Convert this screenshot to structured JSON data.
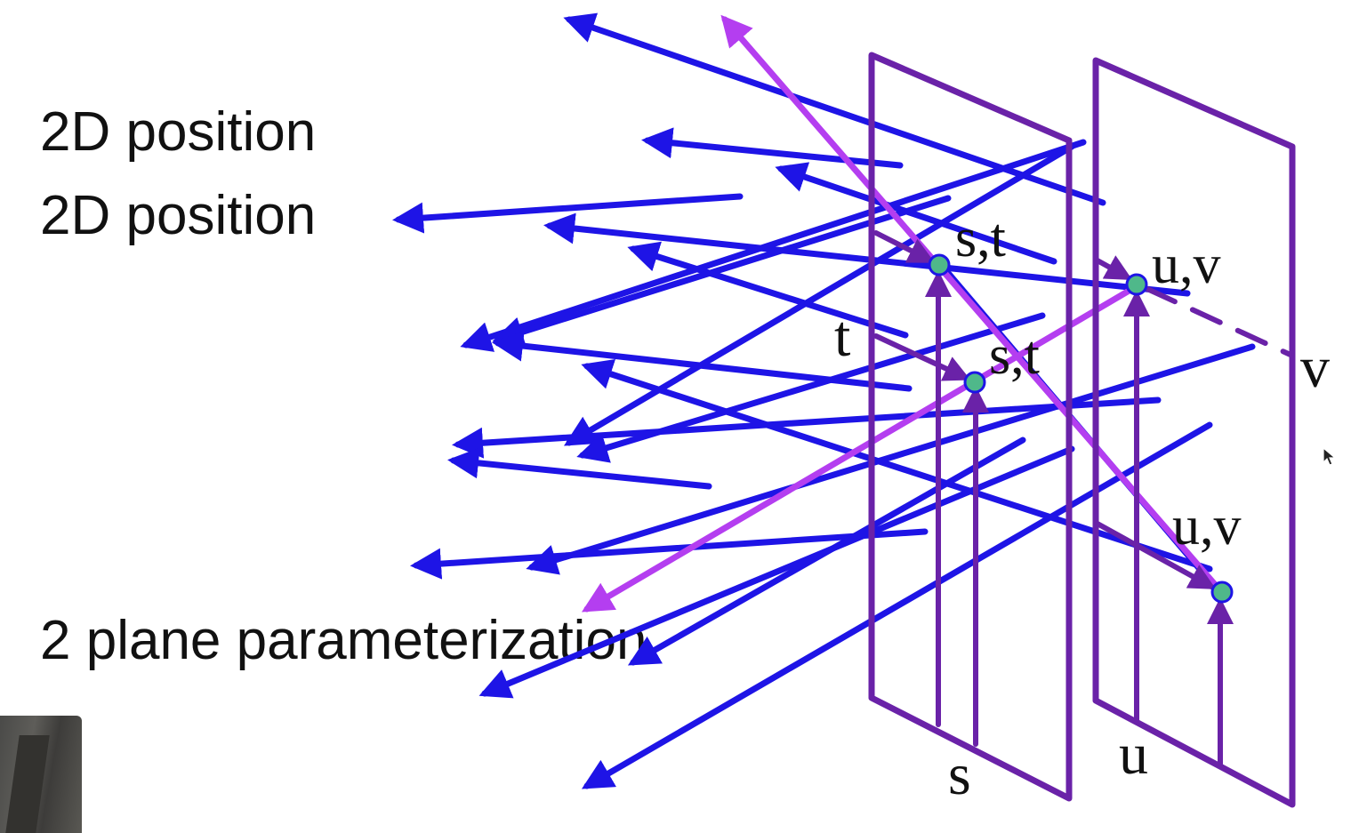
{
  "text_labels": {
    "line1": "2D position",
    "line2": "2D position",
    "line3": "2 plane parameterization"
  },
  "diagram_labels": {
    "st_top": "s,t",
    "st_mid": "s,t",
    "uv_top": "u,v",
    "uv_bottom": "u,v",
    "t_axis": "t",
    "v_axis": "v",
    "s_axis": "s",
    "u_axis": "u"
  },
  "colors": {
    "ray_blue": "#1e14e6",
    "ray_magenta": "#b43ef0",
    "plane_purple": "#6a22a8",
    "point_green": "#4fb88a"
  },
  "icons": {
    "cursor": "mouse-pointer-icon",
    "thumbnail": "speaker-video-thumbnail"
  }
}
